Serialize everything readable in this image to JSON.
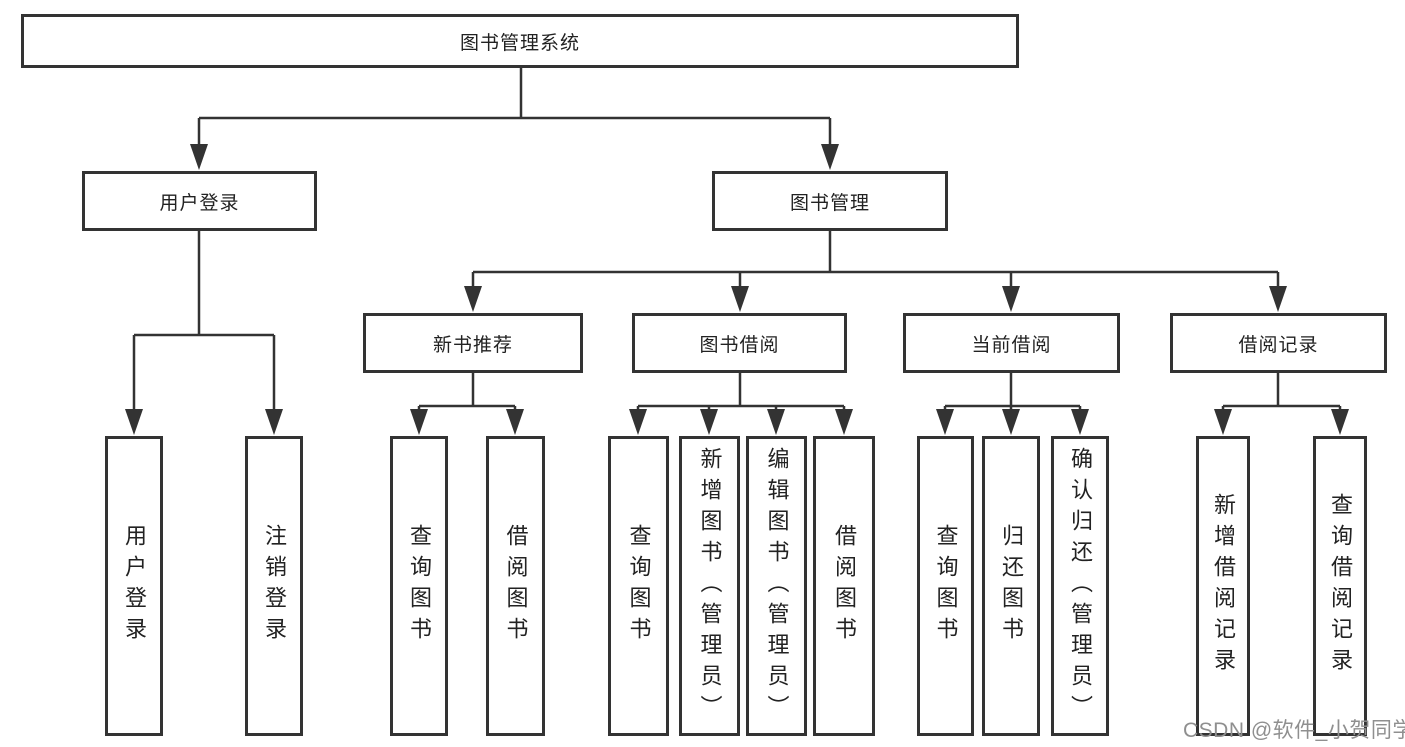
{
  "tree": {
    "root": "图书管理系统",
    "user_login": {
      "label": "用户登录",
      "children": [
        "用户登录",
        "注销登录"
      ]
    },
    "book_mgmt": {
      "label": "图书管理",
      "groups": [
        {
          "label": "新书推荐",
          "children": [
            "查询图书",
            "借阅图书"
          ]
        },
        {
          "label": "图书借阅",
          "children": [
            "查询图书",
            "新增图书（管理员）",
            "编辑图书（管理员）",
            "借阅图书"
          ]
        },
        {
          "label": "当前借阅",
          "children": [
            "查询图书",
            "归还图书",
            "确认归还（管理员）"
          ]
        },
        {
          "label": "借阅记录",
          "children": [
            "新增借阅记录",
            "查询借阅记录"
          ]
        }
      ]
    }
  },
  "watermark": {
    "text": "CSDN @软件_小贺同学"
  },
  "colors": {
    "line": "#333333",
    "text": "#222222",
    "background": "#ffffff",
    "watermark": "#8f8f8f"
  }
}
